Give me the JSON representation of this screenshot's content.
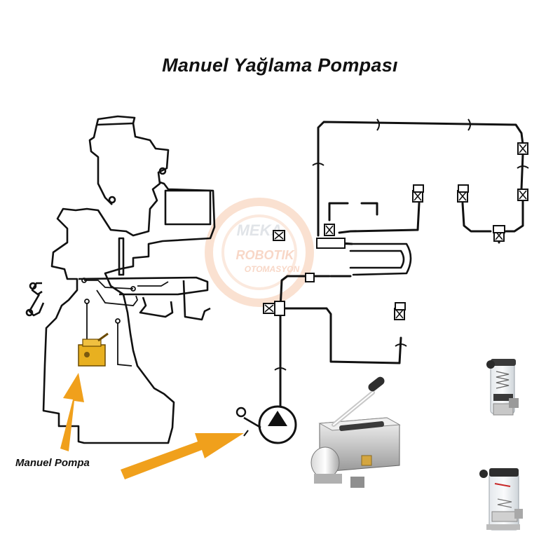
{
  "title": "Manuel Yağlama Pompası",
  "pump_label": "Manuel Pompa",
  "watermark": {
    "line1": "MEKA",
    "line2": "ROBOTIK",
    "line3": "OTOMASYON"
  },
  "colors": {
    "arrow": "#f0a01c",
    "pump_body": "#e8b020",
    "line": "#111111",
    "watermark": "#f4c8b0"
  },
  "icons": [
    "milling-machine-outline",
    "lubrication-line-schematic",
    "pump-symbol",
    "manual-pump-photo",
    "oil-reservoir-photo"
  ]
}
